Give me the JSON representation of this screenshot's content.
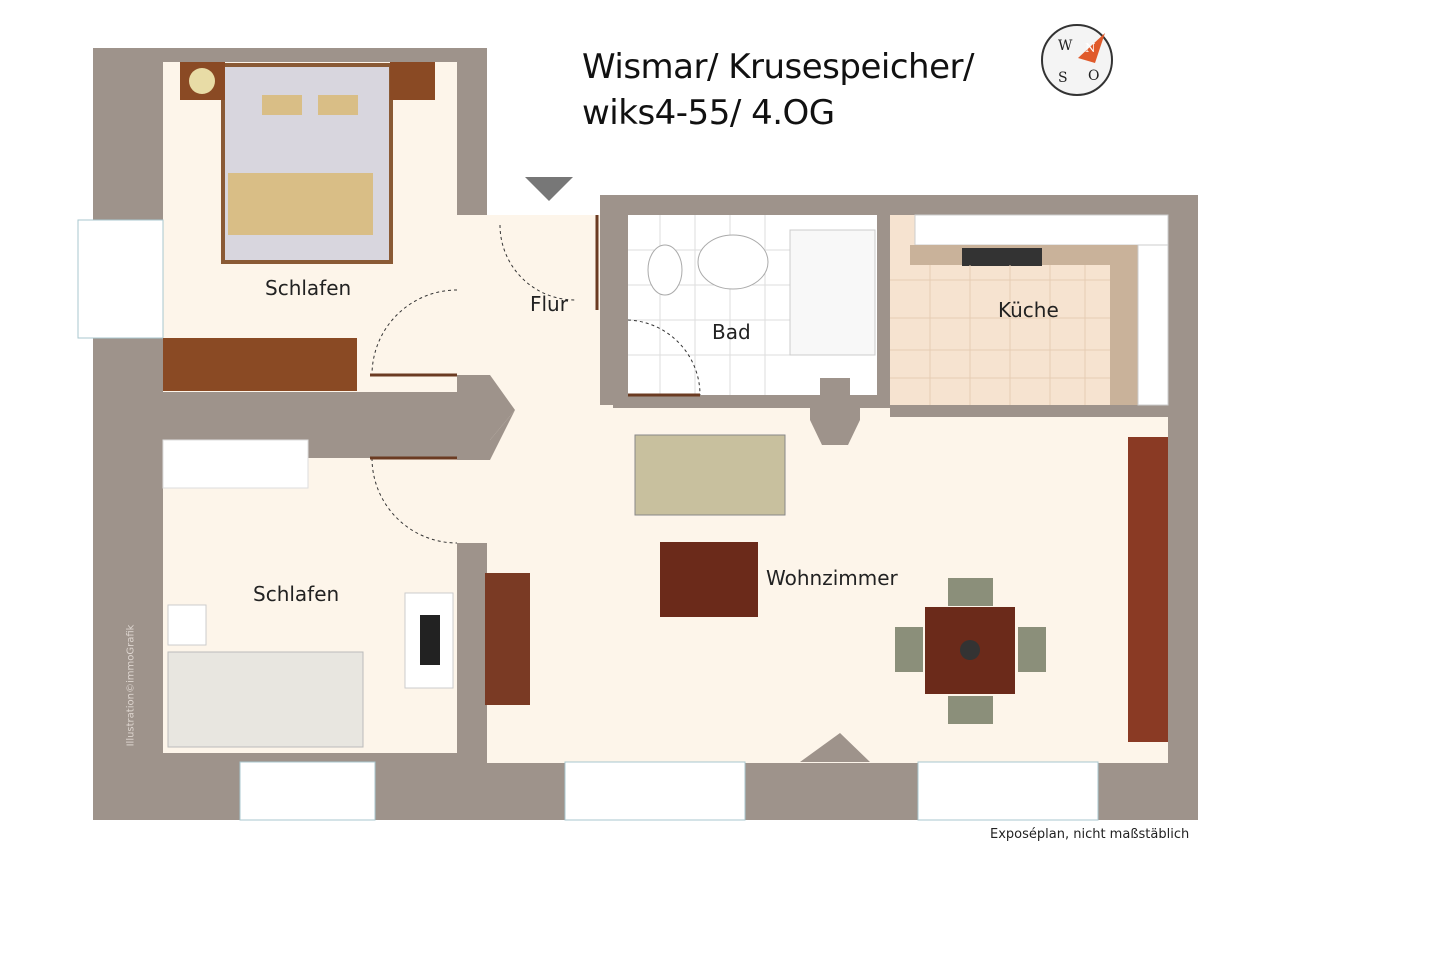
{
  "title": {
    "line1": "Wismar/ Krusespeicher/",
    "line2": "wiks4-55/ 4.OG"
  },
  "compass": {
    "icon": "compass-icon",
    "letters": [
      "W",
      "N",
      "S",
      "O"
    ],
    "north_color": "#e05a2b"
  },
  "rooms": {
    "schlafen_top": "Schlafen",
    "flur": "Flur",
    "bad": "Bad",
    "kueche": "Küche",
    "schlafen_bottom": "Schlafen",
    "wohnzimmer": "Wohnzimmer"
  },
  "footer_note": "Exposéplan, nicht maßstäblich",
  "watermark": "Illustration©immoGrafik",
  "colors": {
    "wall": "#9e938b",
    "floor": "#fdf5ea",
    "wood": "#8a4a24"
  }
}
